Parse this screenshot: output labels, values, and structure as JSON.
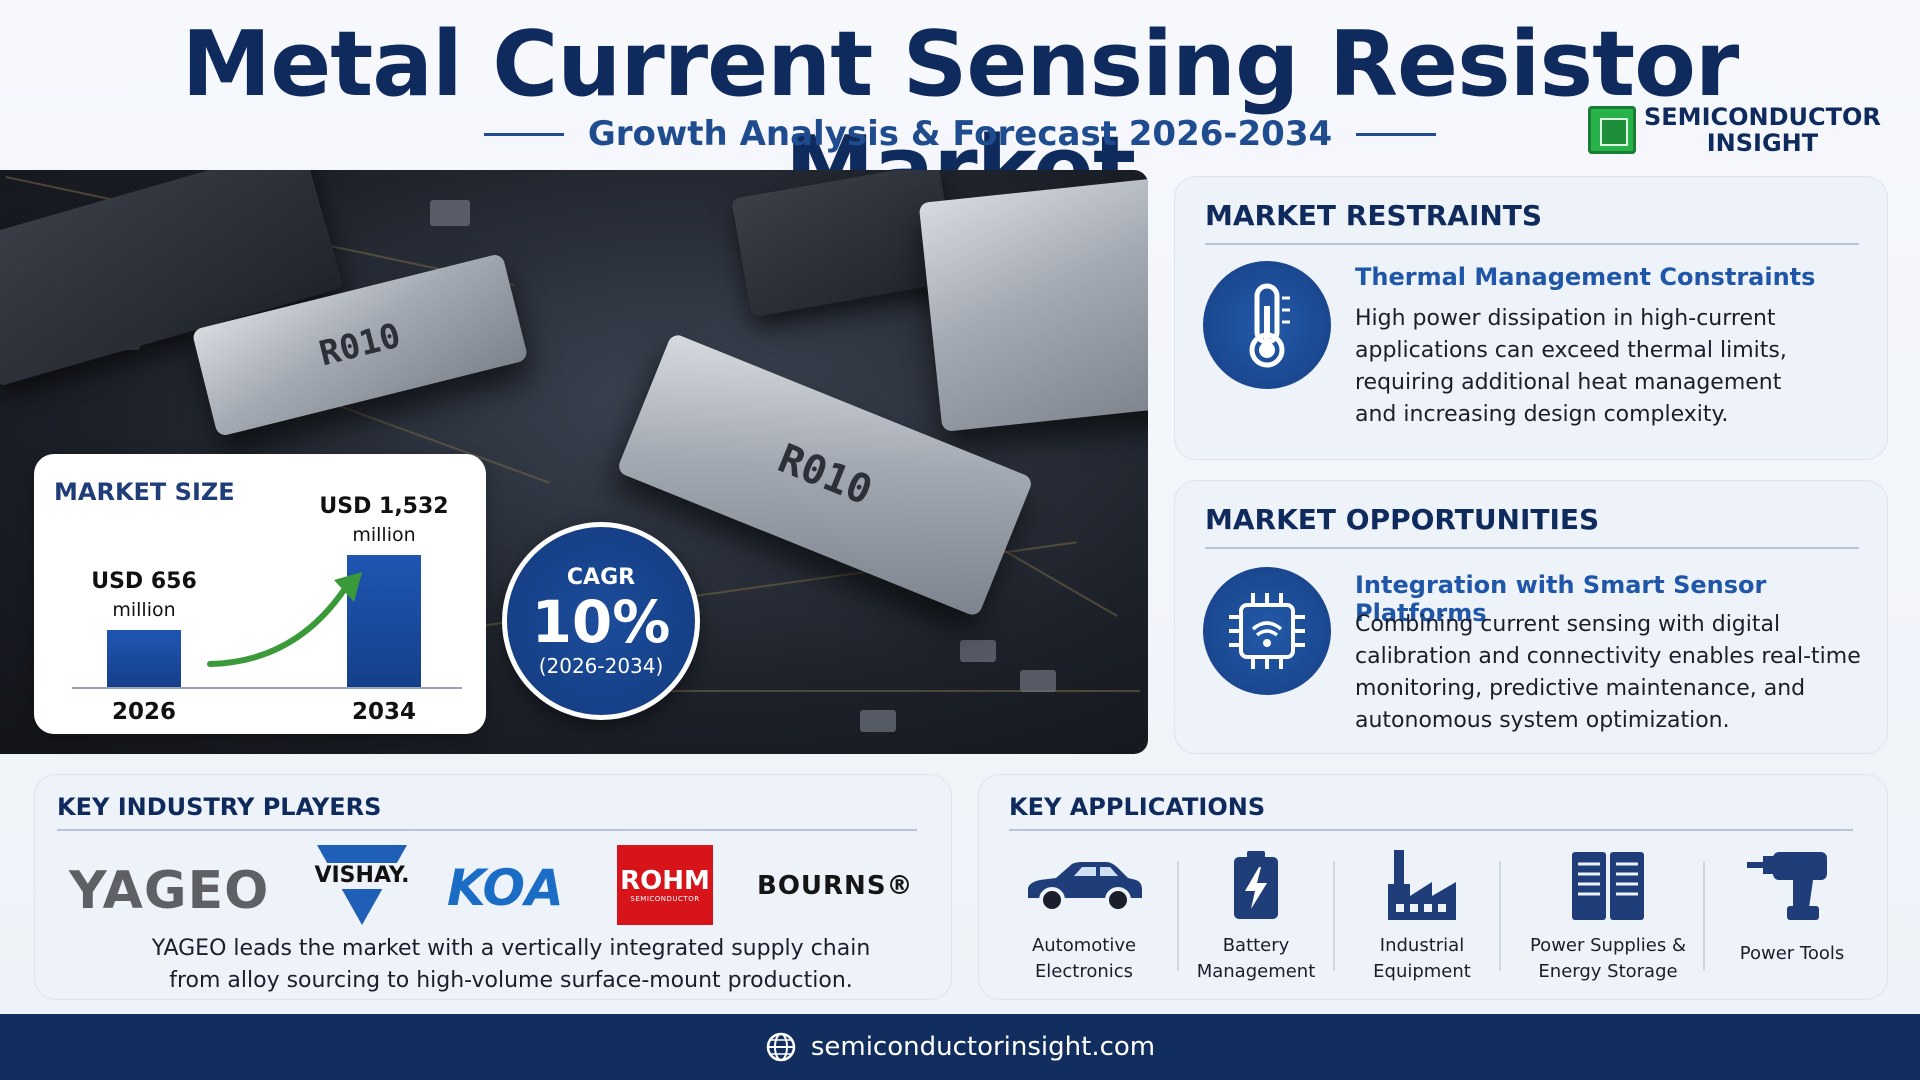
{
  "header": {
    "title": "Metal Current Sensing Resistor Market",
    "subtitle": "Growth Analysis & Forecast 2026-2034",
    "brand_line1": "SEMICONDUCTOR",
    "brand_line2": "INSIGHT"
  },
  "hero": {
    "resistor_marking": "R010"
  },
  "market_size": {
    "heading": "MARKET SIZE",
    "bars": [
      {
        "year": "2026",
        "value": 656,
        "label": "USD 656",
        "unit": "million"
      },
      {
        "year": "2034",
        "value": 1532,
        "label": "USD 1,532",
        "unit": "million"
      }
    ]
  },
  "cagr": {
    "label": "CAGR",
    "value": "10%",
    "period": "(2026-2034)"
  },
  "restraints": {
    "heading": "MARKET RESTRAINTS",
    "icon": "thermometer-icon",
    "title": "Thermal Management Constraints",
    "lines": [
      "High power dissipation in high-current",
      "applications can exceed thermal limits,",
      "requiring additional heat management",
      "and increasing design complexity."
    ]
  },
  "opportunities": {
    "heading": "MARKET OPPORTUNITIES",
    "icon": "smart-chip-icon",
    "title": "Integration with Smart Sensor Platforms",
    "lines": [
      "Combining current sensing with digital",
      "calibration and connectivity enables real-time",
      "monitoring, predictive maintenance, and",
      "autonomous system optimization."
    ]
  },
  "players": {
    "heading": "KEY INDUSTRY PLAYERS",
    "logos": {
      "yageo": "YAGEO",
      "vishay": "VISHAY.",
      "koa": "KOA",
      "rohm": "ROHM",
      "rohm_sub": "SEMICONDUCTOR",
      "bourns": "BOURNS®"
    },
    "lines": [
      "YAGEO leads the market with a vertically integrated supply chain",
      "from alloy sourcing to high-volume surface-mount production."
    ]
  },
  "applications": {
    "heading": "KEY APPLICATIONS",
    "items": [
      {
        "icon": "car-icon",
        "line1": "Automotive",
        "line2": "Electronics"
      },
      {
        "icon": "battery-icon",
        "line1": "Battery",
        "line2": "Management"
      },
      {
        "icon": "factory-icon",
        "line1": "Industrial",
        "line2": "Equipment"
      },
      {
        "icon": "power-supply-icon",
        "line1": "Power Supplies &",
        "line2": "Energy Storage"
      },
      {
        "icon": "drill-icon",
        "line1": "Power Tools",
        "line2": ""
      }
    ]
  },
  "footer": {
    "url": "semiconductorinsight.com",
    "icon": "globe-icon"
  },
  "colors": {
    "navy": "#0f2a5c",
    "accent_blue": "#1f56a8",
    "rohm_red": "#d7141a",
    "growth_green": "#3a9a3a"
  }
}
